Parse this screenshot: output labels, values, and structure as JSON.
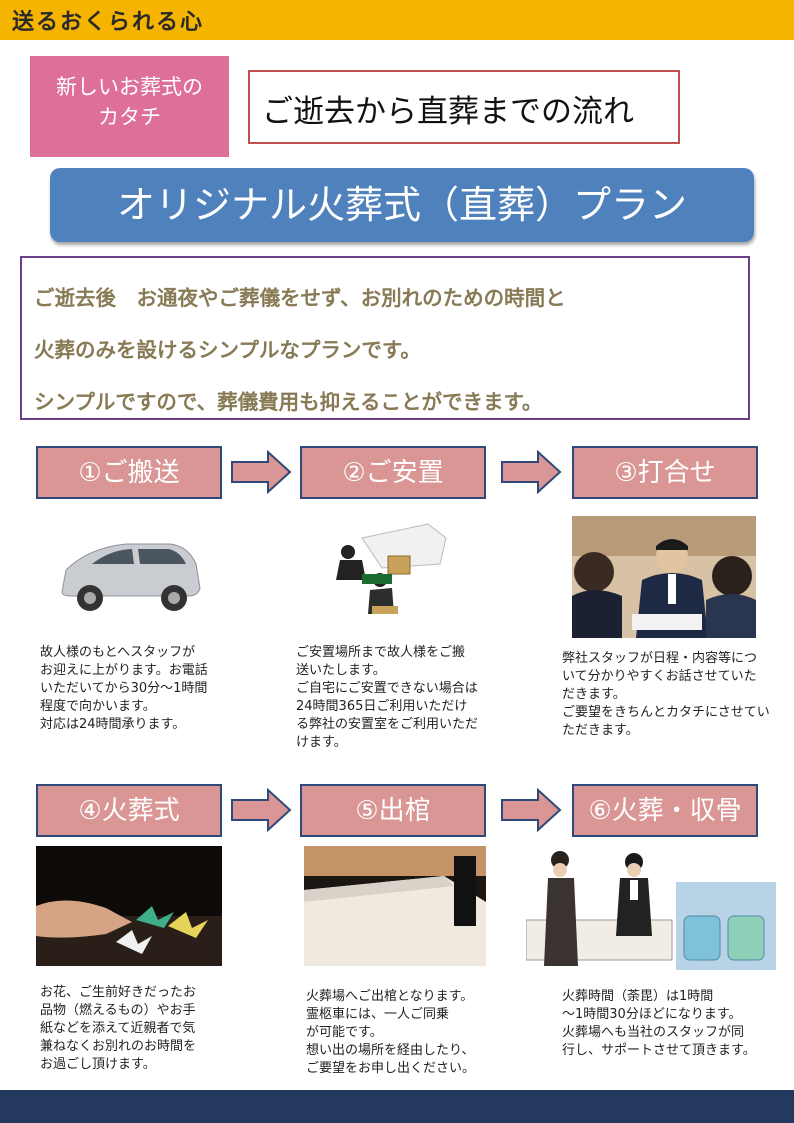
{
  "header": {
    "brand": "送るおくられる心",
    "bar_color": "#f4b400"
  },
  "tag": {
    "lines": [
      "新しいお葬式の",
      "カタチ"
    ],
    "color": "#dd6f99"
  },
  "title": "ご逝去から直葬までの流れ",
  "banner": {
    "text": "オリジナル火葬式（直葬）プラン",
    "color": "#4f81bd"
  },
  "description": {
    "lines": [
      "ご逝去後　お通夜やご葬儀をせず、お別れのための時間と",
      "火葬のみを設けるシンプルなプランです。",
      "シンプルですので、葬儀費用も抑えることができます。"
    ]
  },
  "steps": [
    {
      "label": "①ご搬送",
      "image": "car-photo",
      "text": [
        "故人様のもとへスタッフが",
        "お迎えに上がります。お電話",
        "いただいてから30分～1時間",
        "程度で向かいます。",
        "対応は24時間承ります。"
      ]
    },
    {
      "label": "②ご安置",
      "image": "enshrinement-illustration",
      "text": [
        "ご安置場所まで故人様をご搬",
        "送いたします。",
        "ご自宅にご安置できない場合は",
        "24時間365日ご利用いただけ",
        "る弊社の安置室をご利用いただ",
        "けます。"
      ]
    },
    {
      "label": "③打合せ",
      "image": "meeting-photo",
      "text": [
        "弊社スタッフが日程・内容等につ",
        "いて分かりやすくお話させていた",
        "だきます。",
        "ご要望をきちんとカタチにさせてい",
        "ただきます。"
      ]
    },
    {
      "label": "④火葬式",
      "image": "paper-crane-photo",
      "text": [
        "お花、ご生前好きだったお",
        "品物（燃えるもの）やお手",
        "紙などを添えて近親者で気",
        "兼ねなくお別れのお時間を",
        "お過ごし頂けます。"
      ]
    },
    {
      "label": "⑤出棺",
      "image": "coffin-photo",
      "text": [
        "火葬場へご出棺となります。",
        "霊柩車には、一人ご同乗",
        "が可能です。",
        "想い出の場所を経由したり、",
        "ご要望をお申し出ください。"
      ]
    },
    {
      "label": "⑥火葬・収骨",
      "image": "bone-collection-illustration",
      "text": [
        "火葬時間（荼毘）は1時間",
        "～1時間30分ほどになります。",
        "火葬場へも当社のスタッフが同",
        "行し、サポートさせて頂きます。"
      ]
    }
  ],
  "colors": {
    "step_fill": "#d99694",
    "step_border": "#2f4a7a",
    "desc_text": "#877a55",
    "footer": "#233a5e"
  }
}
